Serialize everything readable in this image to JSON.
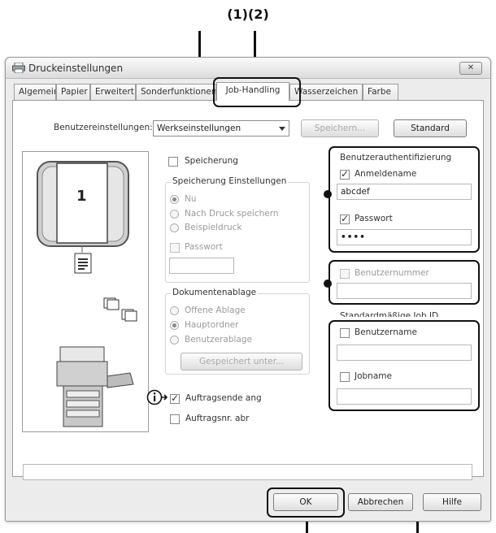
{
  "callout": {
    "top_label": "(1)(2)"
  },
  "window": {
    "title": "Druckeinstellungen",
    "close_glyph": "✕"
  },
  "tabs": [
    {
      "label": "Algemein"
    },
    {
      "label": "Papier"
    },
    {
      "label": "Erweitert"
    },
    {
      "label": "Sonderfunktionen"
    },
    {
      "label": "Job-Handling",
      "active": true
    },
    {
      "label": "Wasserzeichen"
    },
    {
      "label": "Farbe"
    }
  ],
  "user_settings": {
    "label": "Benutzereinstellungen:",
    "selected": "Werkseinstellungen",
    "save_button": "Speichern...",
    "standard_button": "Standard"
  },
  "preview": {
    "page_number": "1"
  },
  "retention": {
    "store_label": "Speicherung",
    "group_title": "Speicherung Einstellungen",
    "options": [
      "Nur ablegen",
      "Nach Druck speichern",
      "Beispieldruck"
    ],
    "password_label": "Passwort"
  },
  "filing": {
    "group_title": "Dokumentenablage",
    "options": [
      "Offene Ablage",
      "Hauptordner",
      "Benutzerablage"
    ],
    "saved_under_button": "Gespeichert unter..."
  },
  "job_end": {
    "label": "Auftragsende ang",
    "checked": true
  },
  "job_number": {
    "label": "Auftragsnr. abr",
    "checked": false
  },
  "auth": {
    "group_title": "Benutzerauthentifizierung",
    "login_label": "Anmeldename",
    "login_value": "abcdef",
    "password_label": "Passwort",
    "password_value": "••••",
    "user_number_label": "Benutzernummer"
  },
  "job_id": {
    "group_title": "Standardmäßige Job ID",
    "username_label": "Benutzername",
    "jobname_label": "Jobname"
  },
  "footer": {
    "ok": "OK",
    "cancel": "Abbrechen",
    "help": "Hilfe"
  },
  "icons": {
    "printer": "printer-icon",
    "info": "info-icon",
    "document": "document-icon"
  }
}
